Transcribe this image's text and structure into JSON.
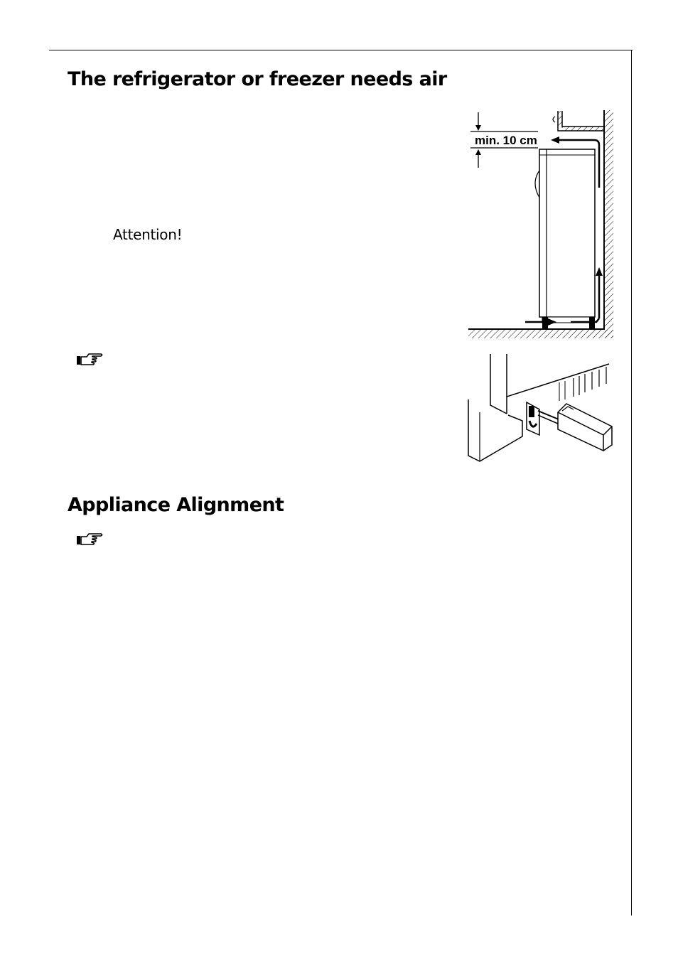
{
  "section_air": {
    "title": "The refrigerator or freezer needs air",
    "attention_label": "Attention!",
    "note_icon": "pointing-hand-icon",
    "figure_airflow": {
      "dimension_label": "min. 10 cm"
    },
    "figure_spacer": {
      "description_icon": "wall-spacer-illustration"
    }
  },
  "section_alignment": {
    "title": "Appliance Alignment",
    "note_icon": "pointing-hand-icon"
  }
}
